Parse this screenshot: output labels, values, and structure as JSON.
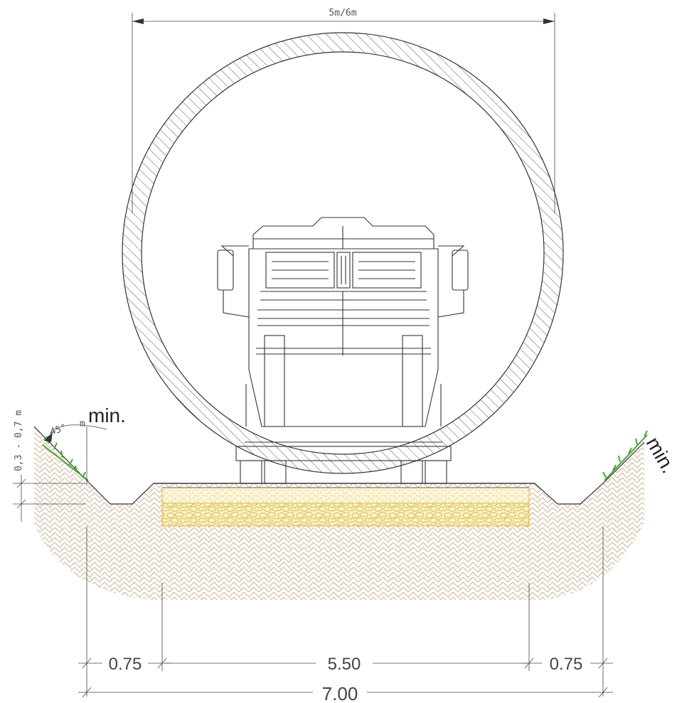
{
  "drawing": {
    "clearance_label": "5m/6m",
    "slope_angle_label": "45°",
    "slope_label_left": "min.",
    "slope_label_right": "min.",
    "depth_label": "0,3 - 0,7 m",
    "dimensions": {
      "left_shoulder": "0.75",
      "carriageway": "5.50",
      "right_shoulder": "0.75",
      "total": "7.00"
    }
  },
  "colors": {
    "soil_hatch": "#c9ad8e",
    "gravel": "#e0c25a",
    "gravel_fill": "#fbf2c8",
    "grass": "#4ca33a",
    "ink": "#333333"
  }
}
